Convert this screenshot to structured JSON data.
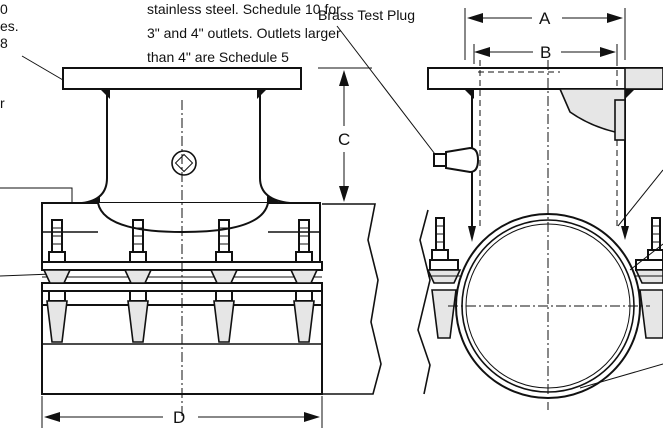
{
  "notes": {
    "left_fragment_lines": [
      "0",
      "es.",
      "8"
    ],
    "left_fragment_extra": "r",
    "outlet_lines": [
      "stainless steel. Schedule 10 for",
      "3\" and 4\" outlets. Outlets larger",
      "than 4\" are Schedule 5"
    ],
    "test_plug": "Brass Test Plug"
  },
  "dimensions": {
    "a": "A",
    "b": "B",
    "c": "C",
    "d": "D"
  },
  "colors": {
    "line": "#111111",
    "background": "#ffffff",
    "shading": "#e6e6e6"
  }
}
